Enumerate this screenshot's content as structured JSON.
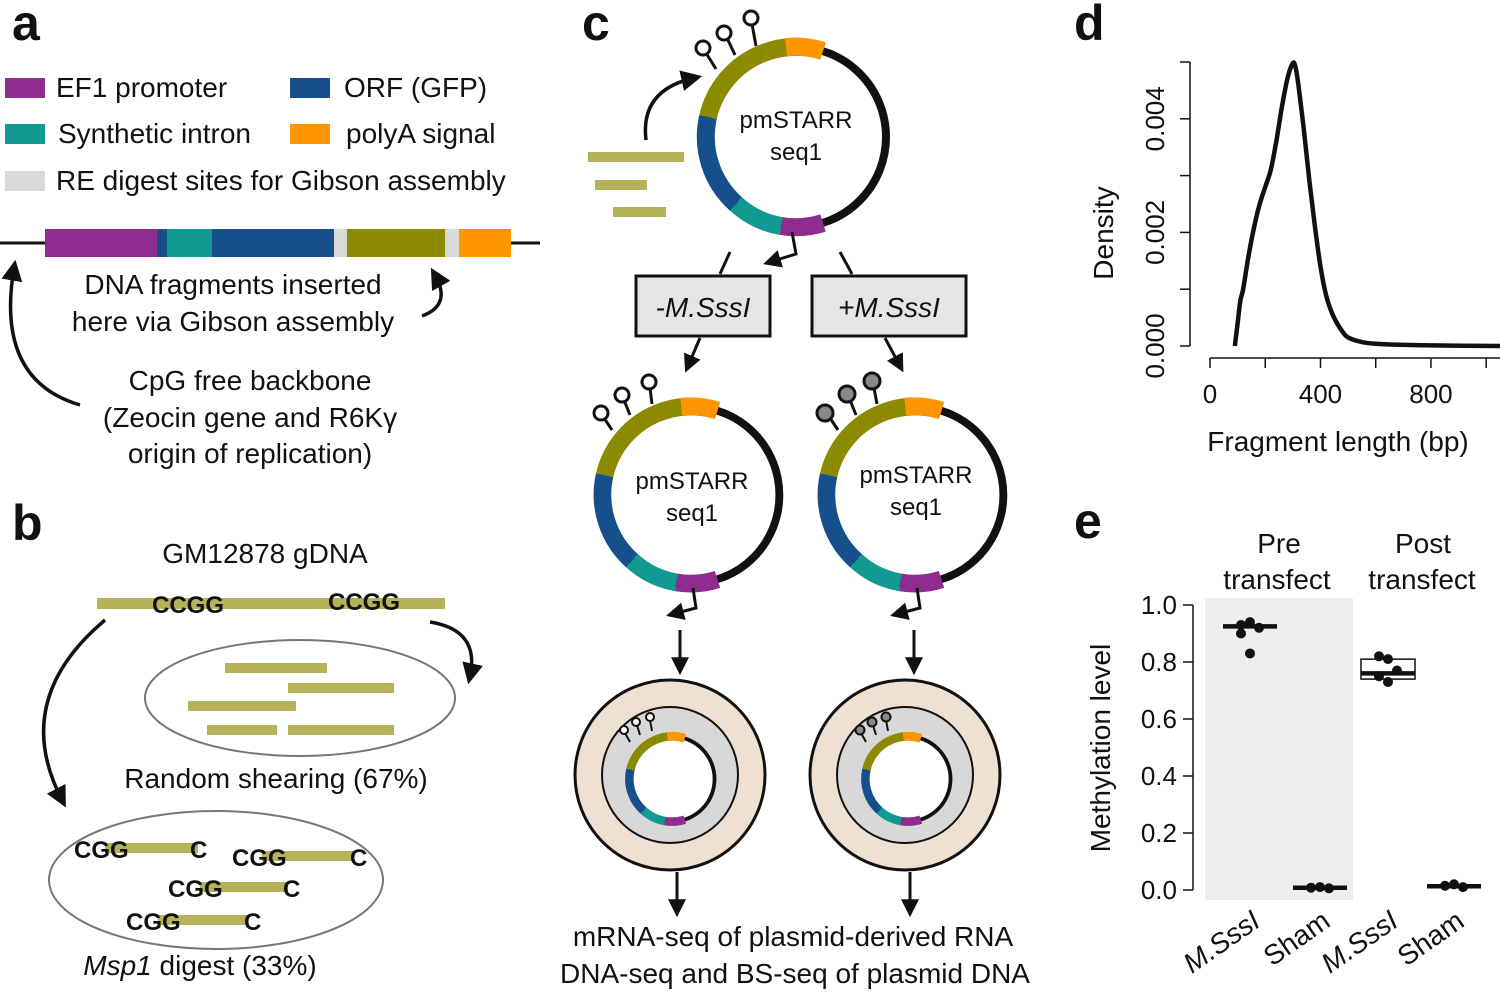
{
  "colors": {
    "ef1_promoter": "#8e2c8f",
    "orf_gfp": "#16508c",
    "synthetic_intron": "#119a92",
    "polya_signal": "#ff9500",
    "re_sites": "#d9d9d9",
    "insert": "#8c8a00",
    "fragment": "#b6b25a",
    "cell": "#f0e0d2",
    "nucleus": "#d8d8d8",
    "shade": "#eeeeee"
  },
  "panel_a": {
    "label": "a",
    "legend": [
      {
        "label": "EF1 promoter",
        "color": "#8e2c8f"
      },
      {
        "label": "ORF (GFP)",
        "color": "#16508c"
      },
      {
        "label": "Synthetic intron",
        "color": "#119a92"
      },
      {
        "label": "polyA signal",
        "color": "#ff9500"
      },
      {
        "label": "RE digest sites for Gibson assembly",
        "color": "#d9d9d9"
      }
    ],
    "insert_note": [
      "DNA fragments inserted",
      "here via Gibson assembly"
    ],
    "backbone_note": [
      "CpG free backbone",
      "(Zeocin gene and R6Kγ",
      "origin of replication)"
    ]
  },
  "panel_b": {
    "label": "b",
    "source": "GM12878 gDNA",
    "site": "CCGG",
    "random_shearing": "Random shearing (67%)",
    "digest_enzyme": "Msp1",
    "digest_rest": " digest (33%)",
    "frag_left": "CGG",
    "frag_right": "C"
  },
  "panel_c": {
    "label": "c",
    "plasmid_name": [
      "pmSTARR",
      "seq1"
    ],
    "minus_treatment": "-M.SssI",
    "plus_treatment": "+M.SssI",
    "readout": [
      "mRNA-seq of plasmid-derived RNA",
      "DNA-seq and BS-seq of plasmid DNA"
    ]
  },
  "panel_d": {
    "label": "d",
    "chart_data": {
      "type": "line",
      "xlabel": "Fragment length (bp)",
      "ylabel": "Density",
      "xlim": [
        0,
        1050
      ],
      "ylim": [
        0,
        0.005
      ],
      "xticks": [
        0,
        400,
        800
      ],
      "yticks": [
        0.0,
        0.002,
        0.004
      ],
      "ytick_labels": [
        "0.000",
        "0.002",
        "0.004"
      ],
      "x": [
        90,
        100,
        110,
        120,
        140,
        160,
        180,
        200,
        220,
        240,
        260,
        280,
        300,
        310,
        320,
        340,
        360,
        380,
        400,
        420,
        440,
        460,
        480,
        500,
        550,
        600,
        700,
        800,
        1050
      ],
      "y": [
        0.0,
        0.0004,
        0.0008,
        0.001,
        0.0016,
        0.0021,
        0.0025,
        0.0028,
        0.0031,
        0.0036,
        0.0042,
        0.0047,
        0.00498,
        0.0049,
        0.0046,
        0.0038,
        0.0029,
        0.0021,
        0.0014,
        0.0009,
        0.0006,
        0.0004,
        0.00025,
        0.00015,
        7e-05,
        4e-05,
        2e-05,
        1e-05,
        0.0
      ]
    }
  },
  "panel_e": {
    "label": "e",
    "chart_data": {
      "type": "box",
      "ylabel": "Methylation level",
      "ylim": [
        0,
        1.0
      ],
      "yticks": [
        0.0,
        0.2,
        0.4,
        0.6,
        0.8,
        1.0
      ],
      "ytick_labels": [
        "0.0",
        "0.2",
        "0.4",
        "0.6",
        "0.8",
        "1.0"
      ],
      "groups": [
        {
          "title": [
            "Pre",
            "transfect"
          ],
          "shaded": true
        },
        {
          "title": [
            "Post",
            "transfect"
          ],
          "shaded": false
        }
      ],
      "categories": [
        "M.SssI",
        "Sham",
        "M.SssI",
        "Sham"
      ],
      "category_italic": [
        true,
        false,
        true,
        false
      ],
      "boxes": [
        {
          "q1": 0.92,
          "median": 0.925,
          "q3": 0.93,
          "points": [
            0.93,
            0.94,
            0.92,
            0.9,
            0.83
          ]
        },
        {
          "q1": 0.005,
          "median": 0.008,
          "q3": 0.01,
          "points": [
            0.008,
            0.01,
            0.006
          ]
        },
        {
          "q1": 0.74,
          "median": 0.76,
          "q3": 0.81,
          "points": [
            0.82,
            0.81,
            0.77,
            0.75,
            0.73
          ]
        },
        {
          "q1": 0.01,
          "median": 0.013,
          "q3": 0.017,
          "points": [
            0.015,
            0.02,
            0.01
          ]
        }
      ]
    }
  }
}
